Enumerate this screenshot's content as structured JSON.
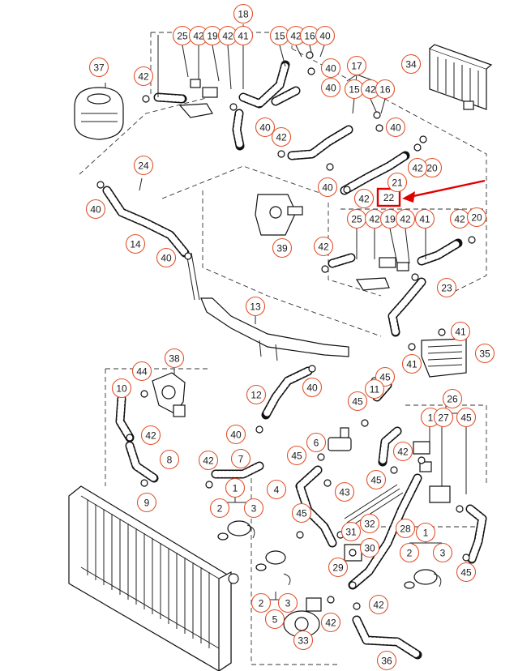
{
  "callouts": [
    {
      "id": "c18",
      "label": "18"
    },
    {
      "id": "c25a",
      "label": "25"
    },
    {
      "id": "c42a",
      "label": "42"
    },
    {
      "id": "c19a",
      "label": "19"
    },
    {
      "id": "c42b",
      "label": "42"
    },
    {
      "id": "c41a",
      "label": "41"
    },
    {
      "id": "c15a",
      "label": "15"
    },
    {
      "id": "c42c",
      "label": "42"
    },
    {
      "id": "c16a",
      "label": "16"
    },
    {
      "id": "c40a",
      "label": "40"
    },
    {
      "id": "c37",
      "label": "37"
    },
    {
      "id": "c42d",
      "label": "42"
    },
    {
      "id": "c34",
      "label": "34"
    },
    {
      "id": "c40b",
      "label": "40"
    },
    {
      "id": "c17",
      "label": "17"
    },
    {
      "id": "c40c",
      "label": "40"
    },
    {
      "id": "c15b",
      "label": "15"
    },
    {
      "id": "c42e",
      "label": "42"
    },
    {
      "id": "c16b",
      "label": "16"
    },
    {
      "id": "c40d",
      "label": "40"
    },
    {
      "id": "c40e",
      "label": "40"
    },
    {
      "id": "c42f",
      "label": "42"
    },
    {
      "id": "c20a",
      "label": "20"
    },
    {
      "id": "c42g",
      "label": "42"
    },
    {
      "id": "c24",
      "label": "24"
    },
    {
      "id": "c21",
      "label": "21"
    },
    {
      "id": "c40f",
      "label": "40"
    },
    {
      "id": "c42h",
      "label": "42"
    },
    {
      "id": "c40g",
      "label": "40"
    },
    {
      "id": "c25b",
      "label": "25"
    },
    {
      "id": "c42i",
      "label": "42"
    },
    {
      "id": "c19b",
      "label": "19"
    },
    {
      "id": "c42j",
      "label": "42"
    },
    {
      "id": "c41b",
      "label": "41"
    },
    {
      "id": "c42k",
      "label": "42"
    },
    {
      "id": "c20b",
      "label": "20"
    },
    {
      "id": "c14",
      "label": "14"
    },
    {
      "id": "c39",
      "label": "39"
    },
    {
      "id": "c42l",
      "label": "42"
    },
    {
      "id": "c40h",
      "label": "40"
    },
    {
      "id": "c23",
      "label": "23"
    },
    {
      "id": "c13",
      "label": "13"
    },
    {
      "id": "c41c",
      "label": "41"
    },
    {
      "id": "c35",
      "label": "35"
    },
    {
      "id": "c41d",
      "label": "41"
    },
    {
      "id": "c38",
      "label": "38"
    },
    {
      "id": "c44",
      "label": "44"
    },
    {
      "id": "c10",
      "label": "10"
    },
    {
      "id": "c40i",
      "label": "40"
    },
    {
      "id": "c12",
      "label": "12"
    },
    {
      "id": "c45a",
      "label": "45"
    },
    {
      "id": "c11",
      "label": "11"
    },
    {
      "id": "c26",
      "label": "26"
    },
    {
      "id": "c45b",
      "label": "45"
    },
    {
      "id": "c42m",
      "label": "42"
    },
    {
      "id": "c40j",
      "label": "40"
    },
    {
      "id": "c1a",
      "label": "1"
    },
    {
      "id": "c27",
      "label": "27"
    },
    {
      "id": "c45c",
      "label": "45"
    },
    {
      "id": "c6",
      "label": "6"
    },
    {
      "id": "c42n",
      "label": "42"
    },
    {
      "id": "c8",
      "label": "8"
    },
    {
      "id": "c42o",
      "label": "42"
    },
    {
      "id": "c7",
      "label": "7"
    },
    {
      "id": "c45d",
      "label": "45"
    },
    {
      "id": "c45e",
      "label": "45"
    },
    {
      "id": "c4",
      "label": "4"
    },
    {
      "id": "c43",
      "label": "43"
    },
    {
      "id": "c9",
      "label": "9"
    },
    {
      "id": "c1b",
      "label": "1"
    },
    {
      "id": "c2a",
      "label": "2"
    },
    {
      "id": "c3a",
      "label": "3"
    },
    {
      "id": "c45f",
      "label": "45"
    },
    {
      "id": "c32",
      "label": "32"
    },
    {
      "id": "c31",
      "label": "31"
    },
    {
      "id": "c28",
      "label": "28"
    },
    {
      "id": "c1c",
      "label": "1"
    },
    {
      "id": "c30",
      "label": "30"
    },
    {
      "id": "c2b",
      "label": "2"
    },
    {
      "id": "c3b",
      "label": "3"
    },
    {
      "id": "c29",
      "label": "29"
    },
    {
      "id": "c45g",
      "label": "45"
    },
    {
      "id": "c2c",
      "label": "2"
    },
    {
      "id": "c3c",
      "label": "3"
    },
    {
      "id": "c42p",
      "label": "42"
    },
    {
      "id": "c5",
      "label": "5"
    },
    {
      "id": "c42q",
      "label": "42"
    },
    {
      "id": "c33",
      "label": "33"
    },
    {
      "id": "c36",
      "label": "36"
    }
  ],
  "highlight": {
    "label": "22",
    "color": "#e00000"
  },
  "colors": {
    "callout_stroke": "#e0522a",
    "highlight": "#e00000",
    "ink": "#111111"
  }
}
